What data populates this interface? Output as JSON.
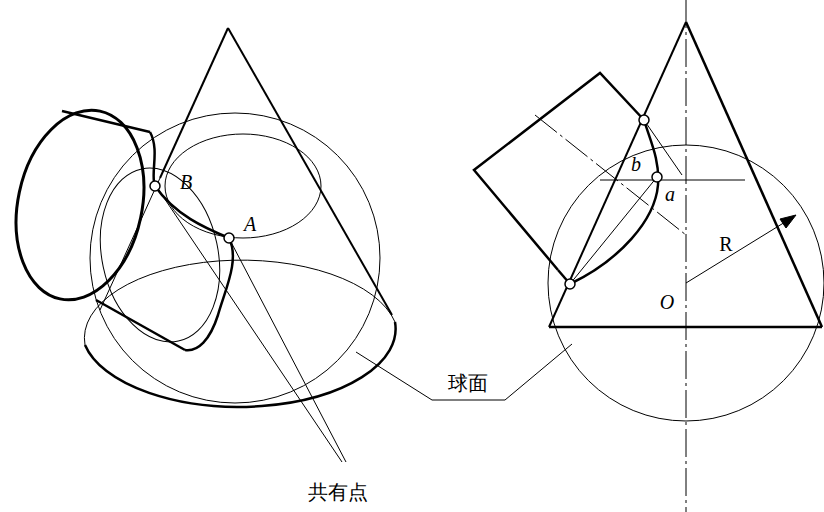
{
  "diagram": {
    "labels": [
      "B",
      "A",
      "共有点",
      "球面",
      "b",
      "a",
      "R",
      "O"
    ]
  }
}
